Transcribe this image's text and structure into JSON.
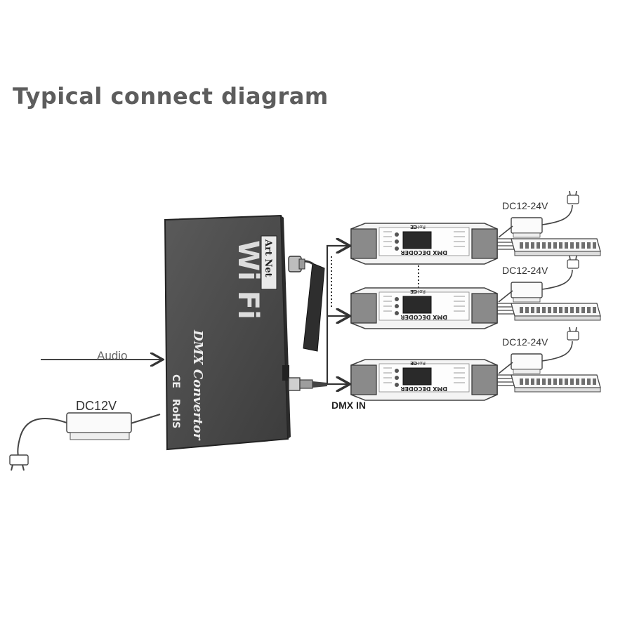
{
  "title": "Typical connect diagram",
  "converter": {
    "badge": "Art Net",
    "wifi_text": "Wi Fi",
    "name": "DMX Convertor",
    "ce_mark": "CE",
    "rohs": "RoHS"
  },
  "labels": {
    "audio": "Audio",
    "power_in": "DC12V",
    "dmx_in": "DMX IN"
  },
  "decoders": [
    {
      "name": "DMX DECODER",
      "ce_mark": "CE",
      "rohs": "RoHS",
      "power": "DC12-24V"
    },
    {
      "name": "DMX DECODER",
      "ce_mark": "CE",
      "rohs": "RoHS",
      "power": "DC12-24V"
    },
    {
      "name": "DMX DECODER",
      "ce_mark": "CE",
      "rohs": "RoHS",
      "power": "DC12-24V"
    }
  ]
}
